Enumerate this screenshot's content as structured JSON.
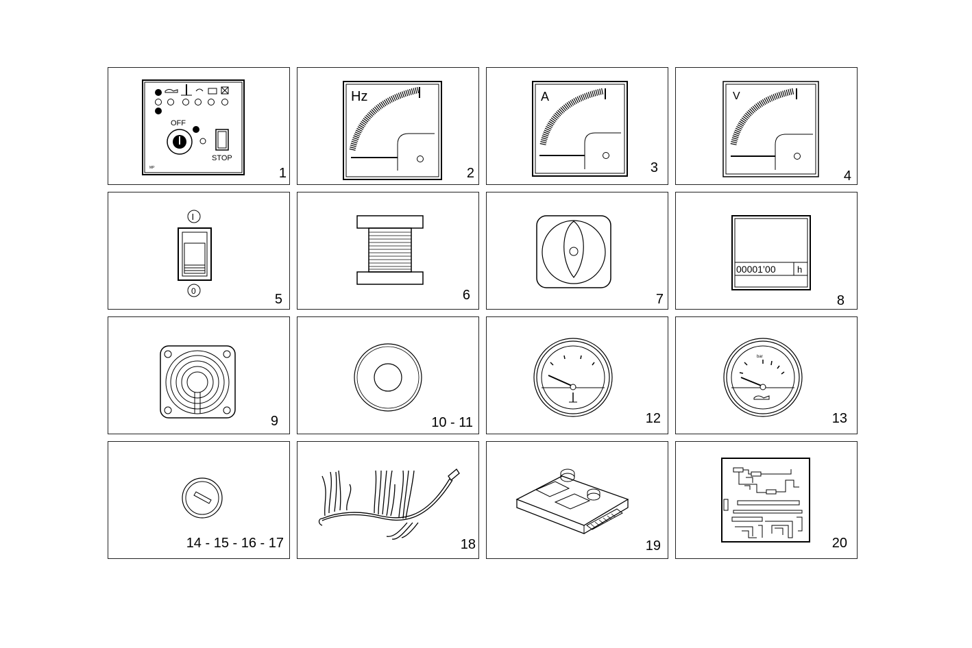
{
  "items": [
    {
      "number": "1",
      "labels": {
        "off": "OFF",
        "stop": "STOP",
        "brand": "MP"
      }
    },
    {
      "number": "2",
      "labels": {
        "unit": "Hz"
      }
    },
    {
      "number": "3",
      "labels": {
        "unit": "A"
      }
    },
    {
      "number": "4",
      "labels": {
        "unit": "V"
      }
    },
    {
      "number": "5",
      "labels": {
        "on": "I",
        "off": "0"
      }
    },
    {
      "number": "6"
    },
    {
      "number": "7"
    },
    {
      "number": "8",
      "labels": {
        "counter": "00001’00",
        "unit": "h"
      }
    },
    {
      "number": "9"
    },
    {
      "number": "10 - 11"
    },
    {
      "number": "12"
    },
    {
      "number": "13",
      "labels": {
        "unit": "bar"
      }
    },
    {
      "number": "14 - 15 - 16 - 17"
    },
    {
      "number": "18"
    },
    {
      "number": "19"
    },
    {
      "number": "20"
    }
  ]
}
